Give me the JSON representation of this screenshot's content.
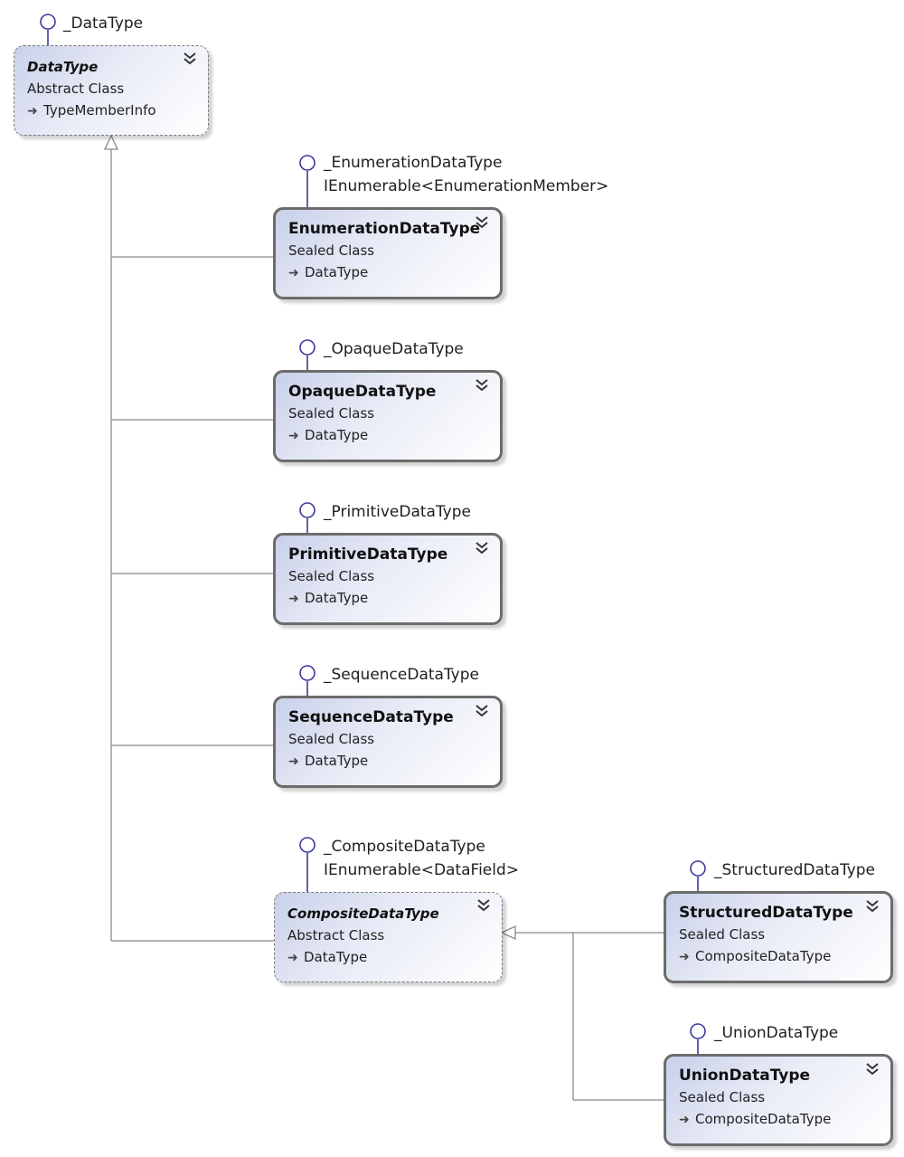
{
  "diagram": {
    "colors": {
      "lollipop": "#3b3b9b",
      "connector": "#8a8a8a",
      "sealed_border": "#6c6c6c",
      "abstract_border": "#7a7a7a"
    },
    "nodes": {
      "data_type": {
        "interface": "_DataType",
        "name": "DataType",
        "kind": "Abstract Class",
        "base": "TypeMemberInfo"
      },
      "enumeration_data_type": {
        "interface": "_EnumerationDataType",
        "interface2": "IEnumerable<EnumerationMember>",
        "name": "EnumerationDataType",
        "kind": "Sealed Class",
        "base": "DataType"
      },
      "opaque_data_type": {
        "interface": "_OpaqueDataType",
        "name": "OpaqueDataType",
        "kind": "Sealed Class",
        "base": "DataType"
      },
      "primitive_data_type": {
        "interface": "_PrimitiveDataType",
        "name": "PrimitiveDataType",
        "kind": "Sealed Class",
        "base": "DataType"
      },
      "sequence_data_type": {
        "interface": "_SequenceDataType",
        "name": "SequenceDataType",
        "kind": "Sealed Class",
        "base": "DataType"
      },
      "composite_data_type": {
        "interface": "_CompositeDataType",
        "interface2": "IEnumerable<DataField>",
        "name": "CompositeDataType",
        "kind": "Abstract Class",
        "base": "DataType"
      },
      "structured_data_type": {
        "interface": "_StructuredDataType",
        "name": "StructuredDataType",
        "kind": "Sealed Class",
        "base": "CompositeDataType"
      },
      "union_data_type": {
        "interface": "_UnionDataType",
        "name": "UnionDataType",
        "kind": "Sealed Class",
        "base": "CompositeDataType"
      }
    }
  }
}
